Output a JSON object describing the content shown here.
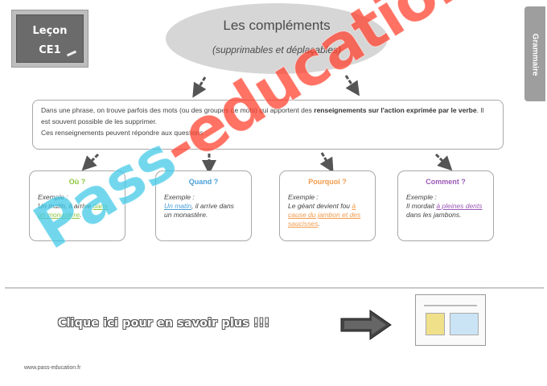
{
  "board": {
    "line1": "Leçon",
    "line2": "CE1"
  },
  "title": "Les compléments",
  "subtitle": "(supprimables et déplaçables)",
  "side_tab": "Grammaire",
  "intro": {
    "p1_a": "Dans une phrase, on trouve parfois des mots (ou des groupes de mots) qui apportent des ",
    "p1_b": "renseignements sur l'action exprimée par le verbe",
    "p1_c": ". Il est souvent possible de les supprimer.",
    "p2": "Ces renseignements peuvent répondre aux questions :"
  },
  "cards": [
    {
      "title": "Où ?",
      "color": "#8cc63f",
      "example_label": "Exemple :",
      "before": "Un matin, il arrive ",
      "highlight": "dans un monastère",
      "after": "."
    },
    {
      "title": "Quand ?",
      "color": "#4a9fd8",
      "example_label": "Exemple :",
      "highlight": "Un matin",
      "after": ", il arrive dans un monastère."
    },
    {
      "title": "Pourquoi ?",
      "color": "#f29a4a",
      "example_label": "Exemple :",
      "before": "Le géant devient fou ",
      "highlight": "à cause du jambon et des saucisses",
      "after": "."
    },
    {
      "title": "Comment ?",
      "color": "#9b59b6",
      "example_label": "Exemple :",
      "before": "Il mordait ",
      "highlight": "à pleines dents",
      "after": " dans les jambons."
    }
  ],
  "cta": "Clique ici pour en savoir plus !!!",
  "footer": "www.pass-education.fr",
  "watermark": {
    "part1": "Pass",
    "part2": "-education"
  }
}
